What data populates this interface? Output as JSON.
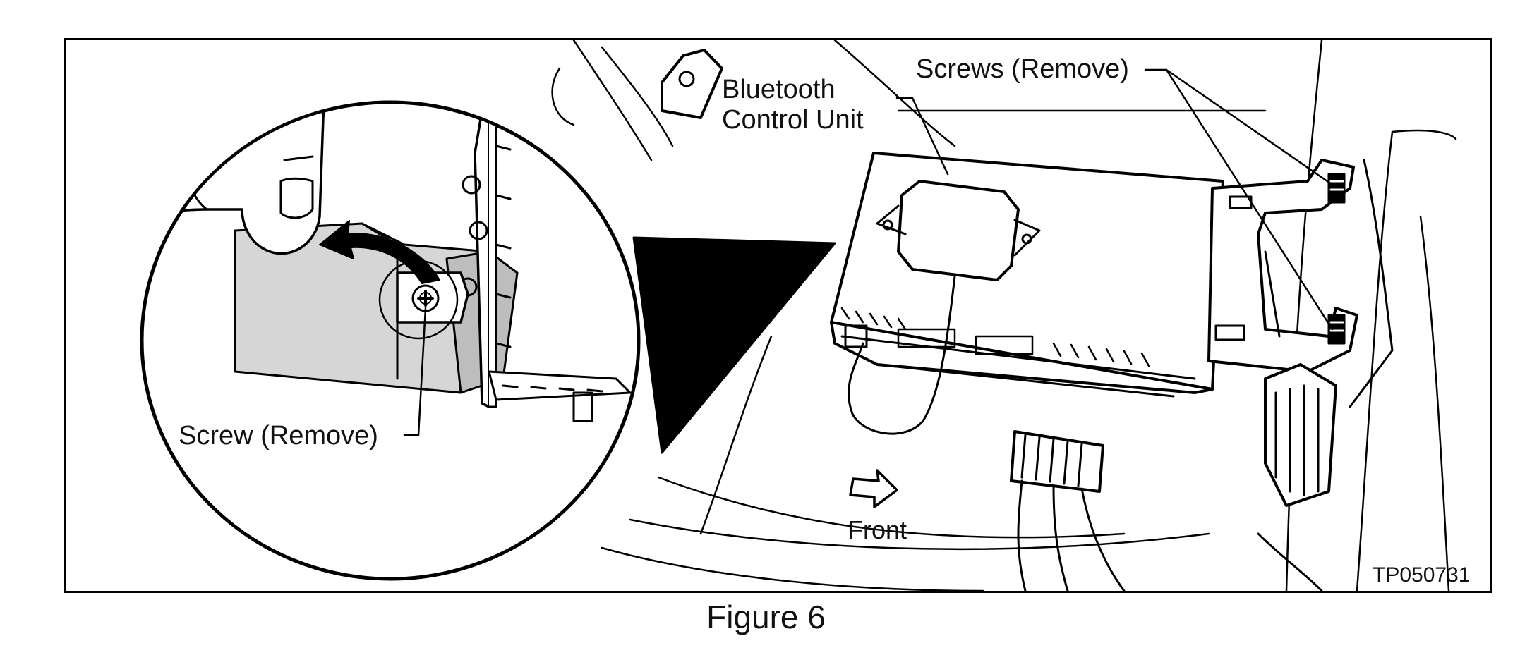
{
  "figure": {
    "caption": "Figure 6",
    "reference_code": "TP050731"
  },
  "callouts": {
    "bluetooth_line1": "Bluetooth",
    "bluetooth_line2": "Control Unit",
    "screws": "Screws (Remove)",
    "screw": "Screw (Remove)",
    "front": "Front"
  },
  "colors": {
    "ink": "#000000",
    "paper": "#ffffff",
    "shade_light": "#d6d6d6",
    "shade_dark": "#bdbdbd"
  }
}
